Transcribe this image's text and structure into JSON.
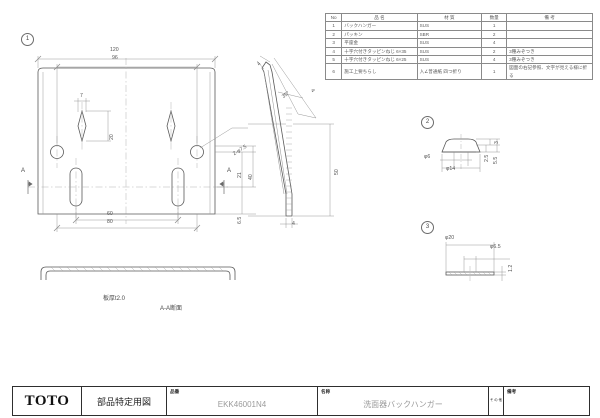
{
  "drawing": {
    "sheet_title": "部品特定用図",
    "brand": "TOTO",
    "part_number_label": "品番",
    "part_number": "EKK46001N4",
    "name_label": "名称",
    "name": "洗面器バックハンガー",
    "rotation_label": "そ の 他",
    "remarks_label": "備考",
    "remarks_value": ""
  },
  "parts_table": {
    "headers": [
      "No",
      "品  名",
      "材  質",
      "数量",
      "備  考"
    ],
    "rows": [
      {
        "no": "1",
        "name": "バックハンガー",
        "material": "SUS",
        "qty": "1",
        "remark": ""
      },
      {
        "no": "2",
        "name": "パッキン",
        "material": "SBR",
        "qty": "2",
        "remark": ""
      },
      {
        "no": "3",
        "name": "平座金",
        "material": "SUS",
        "qty": "4",
        "remark": ""
      },
      {
        "no": "4",
        "name": "十字穴付きタッピンねじ 6×35",
        "material": "SUS",
        "qty": "2",
        "remark": "3種みぞつき"
      },
      {
        "no": "5",
        "name": "十字穴付きタッピンねじ 6×25",
        "material": "SUS",
        "qty": "4",
        "remark": "3種みぞつき"
      },
      {
        "no": "6",
        "name": "施工上要ちらし",
        "material": "入∠普通紙 四つ折り",
        "qty": "1",
        "remark": "図面の右記参照、文字が見える様に折る"
      }
    ]
  },
  "views": {
    "view1": {
      "balloon": "1",
      "dims": {
        "overall_width": "120",
        "hole_span": "96",
        "slot_width": "7",
        "slot_height": "20",
        "bolt_span_inner": "60",
        "bolt_span_outer": "80",
        "height_21": "21",
        "height_40": "40",
        "edge_6_5": "6.5",
        "hole_callout": "2-φ7.5",
        "section_mark_left": "A",
        "section_mark_right": "A"
      }
    },
    "side_view": {
      "dims": {
        "angle": "35°",
        "lip_4_top": "4",
        "height_50": "50",
        "thickness_4": "4"
      }
    },
    "section": {
      "note_thickness": "板厚t2.0",
      "caption": "A-A断面"
    },
    "view2": {
      "balloon": "2",
      "dims": {
        "bore": "φ6",
        "outer": "φ14",
        "h_3": "3",
        "h_2_5": "2.5",
        "h_5_5": "5.5"
      }
    },
    "view3": {
      "balloon": "3",
      "dims": {
        "outer": "φ20",
        "bore": "φ6.5",
        "thickness": "1.2"
      }
    }
  }
}
